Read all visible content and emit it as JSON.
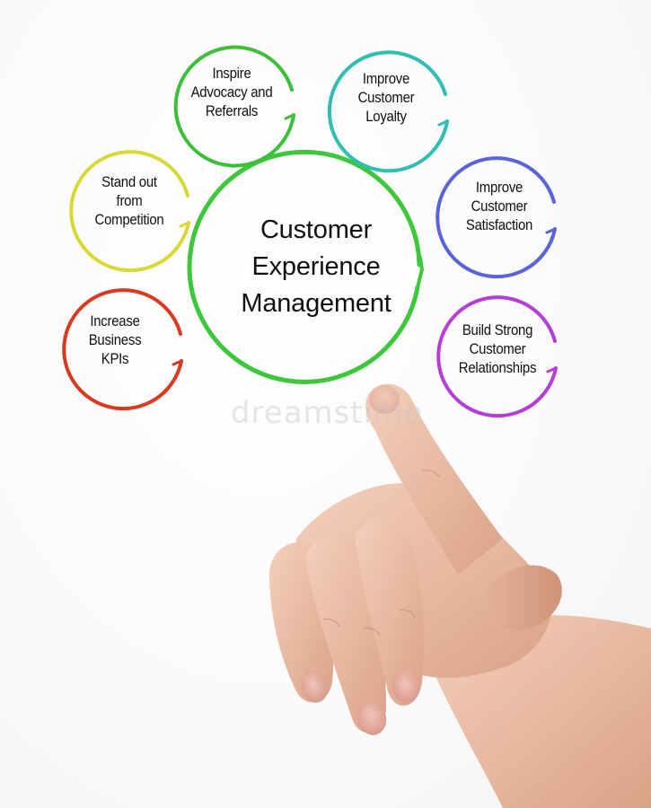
{
  "center": {
    "text": "Customer\nExperience\nManagement",
    "color": "#3cc83a"
  },
  "satellites": [
    {
      "id": "advocacy",
      "text": "Inspire\nAdvocacy and\nReferrals",
      "color": "#3dbf3a"
    },
    {
      "id": "loyalty",
      "text": "Improve\nCustomer\nLoyalty",
      "color": "#2fbfb2"
    },
    {
      "id": "satisfaction",
      "text": "Improve\nCustomer\nSatisfaction",
      "color": "#5b63d9"
    },
    {
      "id": "relationships",
      "text": "Build Strong\nCustomer\nRelationships",
      "color": "#b53fd6"
    },
    {
      "id": "competition",
      "text": "Stand out\nfrom\nCompetition",
      "color": "#d9d934"
    },
    {
      "id": "kpis",
      "text": "Increase\nBusiness\nKPIs",
      "color": "#d9391f"
    }
  ],
  "watermark": "dreamstime",
  "hand_icon": "pointing-hand-icon"
}
